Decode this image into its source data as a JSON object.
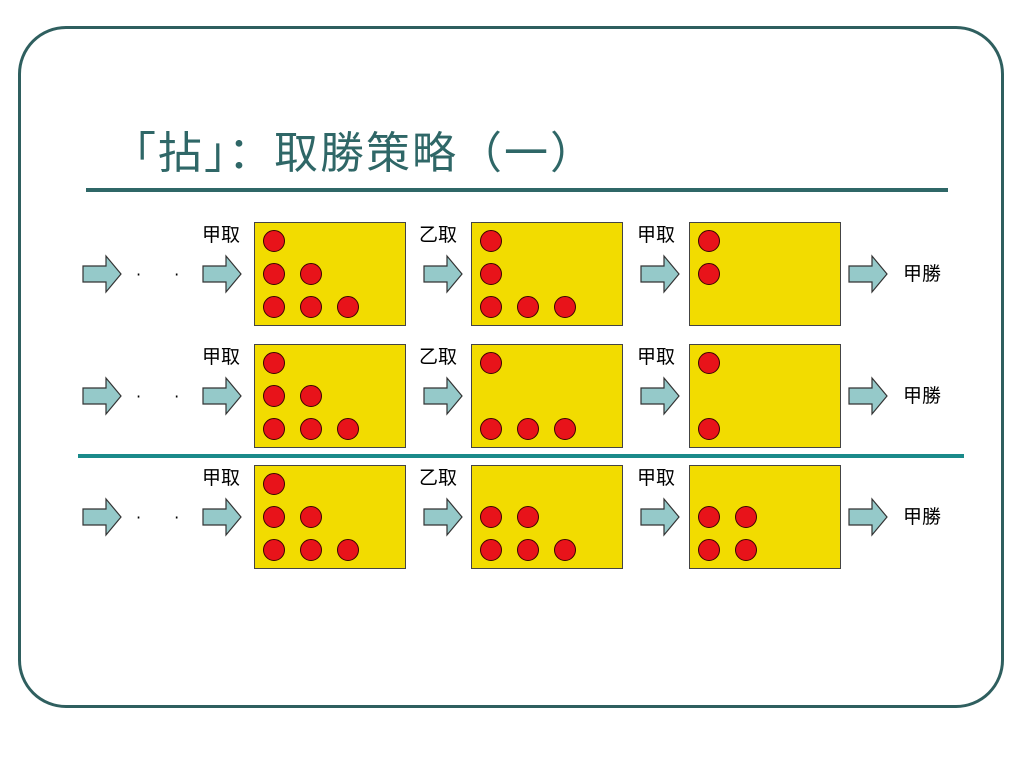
{
  "title": "「拈」：取勝策略（一）",
  "colors": {
    "box_fill": "#f2dc00",
    "stone_fill": "#e8131a",
    "arrow_fill": "#95c9c9",
    "title": "#2f6767",
    "divider": "#1a8a8a"
  },
  "rows": [
    {
      "dots": "· · ·",
      "result": "甲勝",
      "steps": [
        {
          "label": "甲取",
          "piles": [
            1,
            2,
            3
          ]
        },
        {
          "label": "乙取",
          "piles": [
            1,
            1,
            3
          ]
        },
        {
          "label": "甲取",
          "piles": [
            1,
            1,
            0
          ]
        }
      ]
    },
    {
      "dots": "· · ·",
      "result": "甲勝",
      "steps": [
        {
          "label": "甲取",
          "piles": [
            1,
            2,
            3
          ]
        },
        {
          "label": "乙取",
          "piles": [
            1,
            0,
            3
          ]
        },
        {
          "label": "甲取",
          "piles": [
            1,
            0,
            1
          ]
        }
      ]
    },
    {
      "dots": "· · ·",
      "result": "甲勝",
      "steps": [
        {
          "label": "甲取",
          "piles": [
            1,
            2,
            3
          ]
        },
        {
          "label": "乙取",
          "piles": [
            0,
            2,
            3
          ]
        },
        {
          "label": "甲取",
          "piles": [
            0,
            2,
            2
          ]
        }
      ]
    }
  ]
}
